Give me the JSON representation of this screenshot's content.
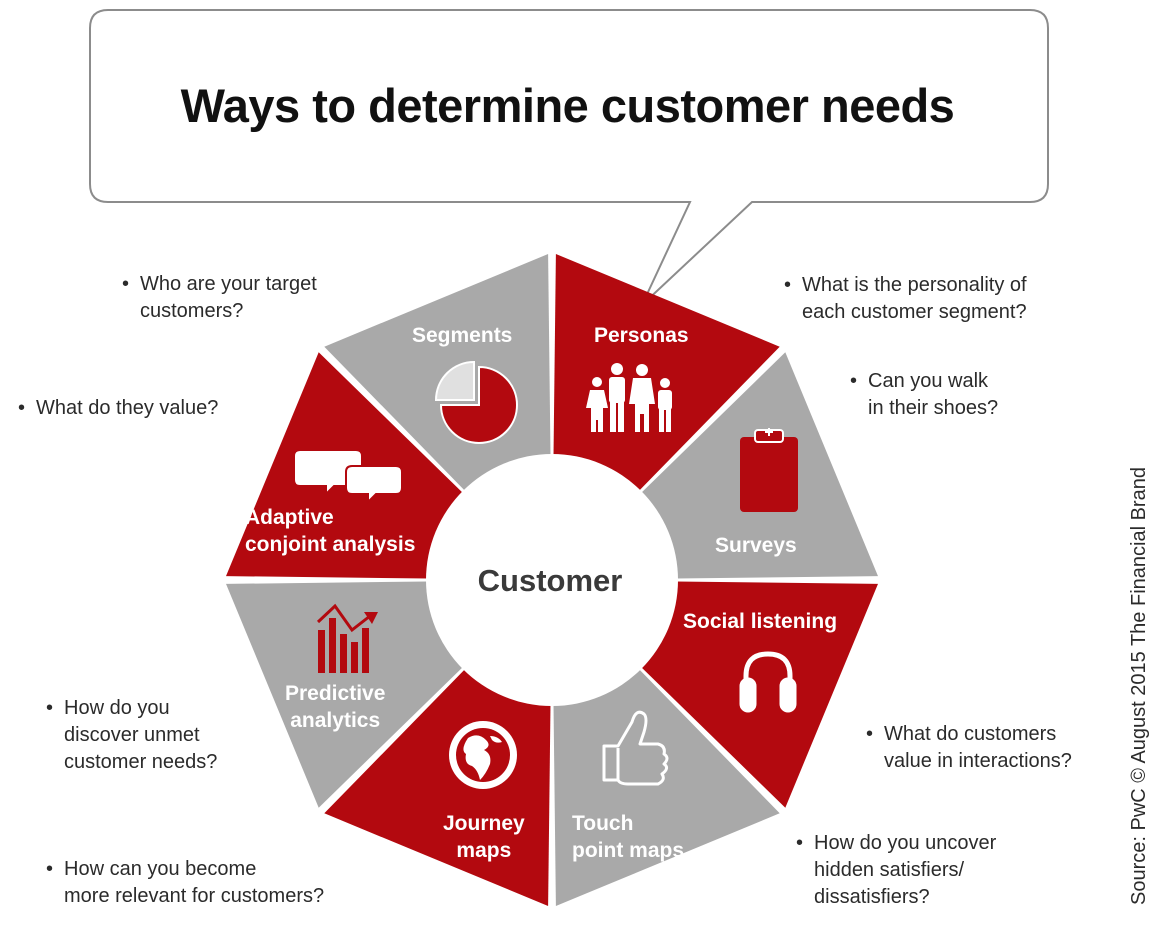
{
  "title": "Ways to determine customer needs",
  "center": "Customer",
  "colors": {
    "red": "#b3090f",
    "gray": "#a9a9a9",
    "light_gray": "#d9d9d9",
    "text": "#2b2b2b"
  },
  "segments": [
    {
      "label": "Personas",
      "icon": "family-icon",
      "color": "red",
      "question": [
        "What is the personality of",
        "each customer segment?"
      ]
    },
    {
      "label": "Surveys",
      "icon": "clipboard-icon",
      "color": "gray",
      "question": [
        "Can you walk",
        "in their shoes?"
      ]
    },
    {
      "label": "Social listening",
      "icon": "headphones-icon",
      "color": "red",
      "question": [
        "What do customers",
        "value in interactions?"
      ]
    },
    {
      "label": "Touch\npoint maps",
      "icon": "thumbs-up-icon",
      "color": "gray",
      "question": [
        "How do you uncover",
        "hidden satisfiers/",
        "dissatisfiers?"
      ]
    },
    {
      "label": "Journey\nmaps",
      "icon": "globe-icon",
      "color": "red",
      "question": [
        "How can you become",
        "more relevant for customers?"
      ]
    },
    {
      "label": "Predictive\nanalytics",
      "icon": "bar-chart-icon",
      "color": "gray",
      "question": [
        "How do you",
        "discover unmet",
        "customer needs?"
      ]
    },
    {
      "label": "Adaptive\nconjoint analysis",
      "icon": "speech-bubbles-icon",
      "color": "red",
      "question": [
        "What do they value?"
      ]
    },
    {
      "label": "Segments",
      "icon": "pie-icon",
      "color": "gray",
      "question": [
        "Who are your target",
        "customers?"
      ]
    }
  ],
  "source": "Source: PwC © August 2015 The Financial Brand"
}
